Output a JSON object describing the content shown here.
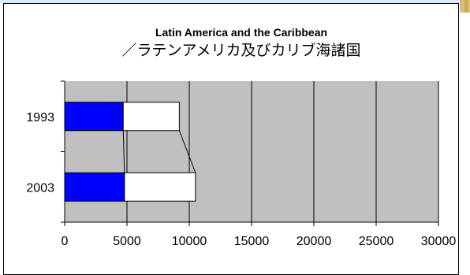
{
  "chart_data": {
    "type": "bar",
    "stacked": true,
    "orientation": "horizontal",
    "title": "Latin America and the Caribbean",
    "subtitle": "／ラテンアメリカ及びカリブ海諸国",
    "categories": [
      "1993",
      "2003"
    ],
    "series": [
      {
        "values": [
          4700,
          4800
        ],
        "color": "#0000ff"
      },
      {
        "values": [
          4500,
          5700
        ],
        "color": "#ffffff"
      }
    ],
    "xlim": [
      0,
      30000
    ],
    "x_ticks": [
      "0",
      "5000",
      "10000",
      "15000",
      "20000",
      "25000",
      "30000"
    ],
    "grid": true,
    "plot_background": "#c0c0c0",
    "legend": "none"
  }
}
